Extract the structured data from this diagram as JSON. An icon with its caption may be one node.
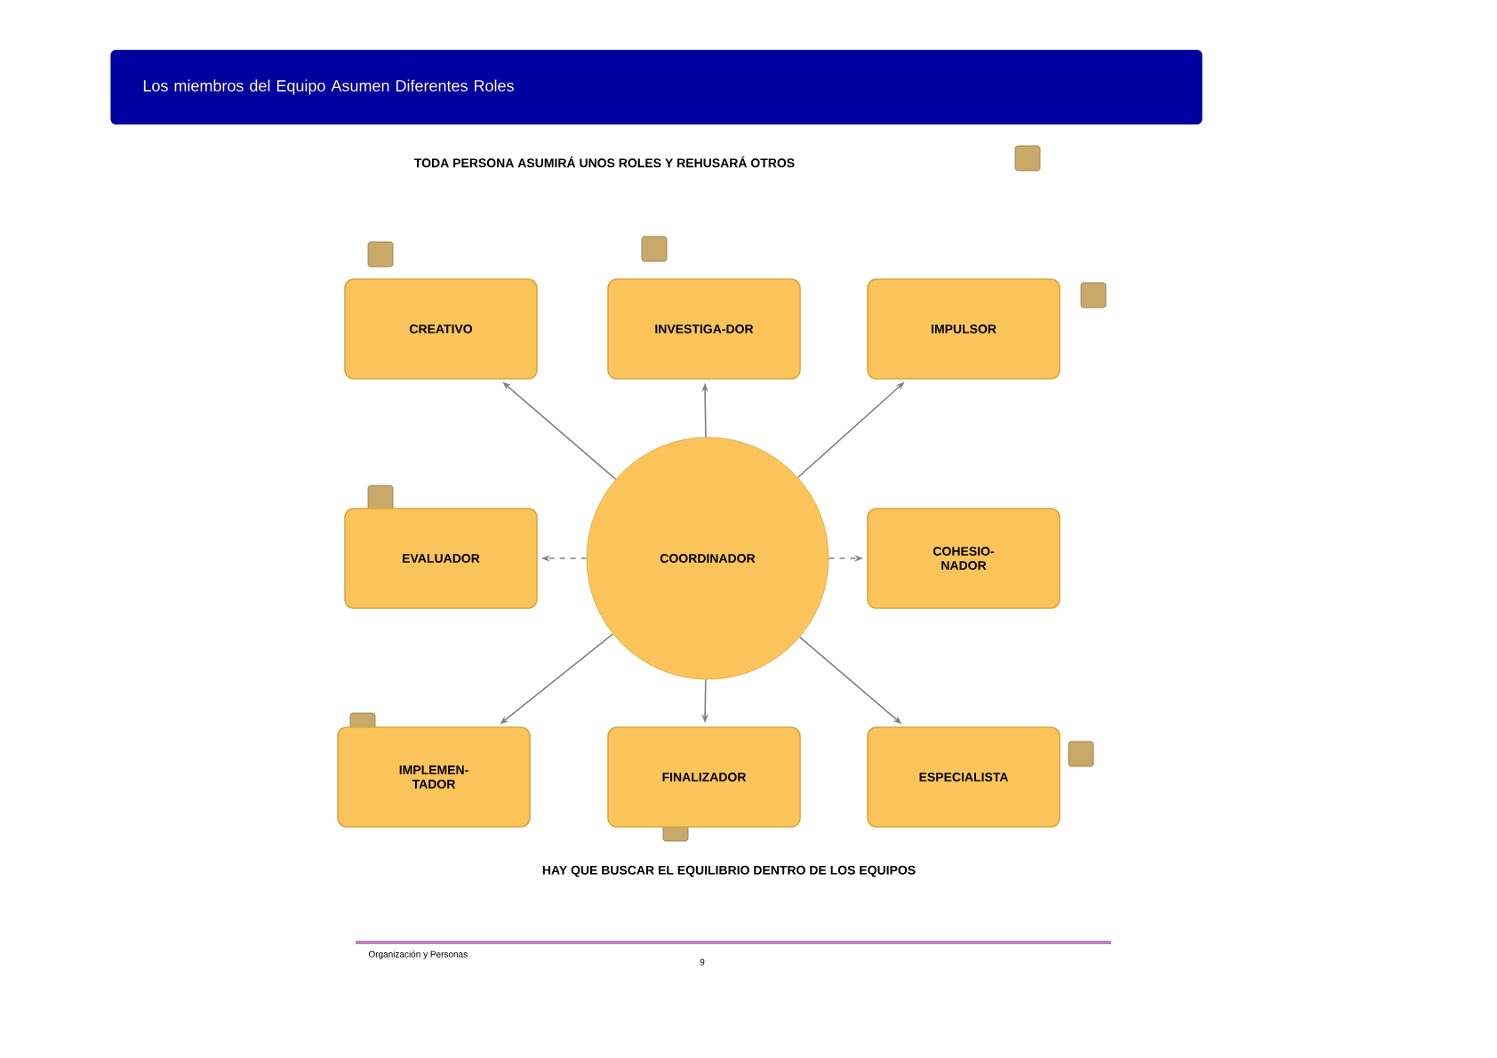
{
  "diagram": {
    "title": "Los miembros del Equipo Asumen Diferentes Roles",
    "nodes": [
      {
        "text": [
          "CREATIVO"
        ]
      },
      {
        "text": [
          "INVESTIGA-DOR"
        ]
      },
      {
        "text": [
          "IMPULSOR"
        ]
      },
      {
        "text": [
          "EVALUADOR"
        ]
      },
      {
        "text": [
          "COORDINADOR"
        ]
      },
      {
        "text": [
          "COHESIO-NADOR"
        ]
      },
      {
        "text": [
          "IMPLEMEN-TADOR"
        ]
      },
      {
        "text": [
          "FINALIZADOR"
        ]
      },
      {
        "text": [
          "ESPECIALISTA"
        ]
      }
    ],
    "edges": [
      {
        "from": 4,
        "to": 0,
        "arrow": "to"
      },
      {
        "from": 4,
        "to": 1,
        "arrow": "to"
      },
      {
        "from": 4,
        "to": 2,
        "arrow": "to"
      },
      {
        "from": 4,
        "to": 3,
        "arrow": "to",
        "style": "dashed"
      },
      {
        "from": 4,
        "to": 5,
        "arrow": "to",
        "style": "dashed"
      },
      {
        "from": 4,
        "to": 6,
        "arrow": "to"
      },
      {
        "from": 4,
        "to": 7,
        "arrow": "to"
      },
      {
        "from": 4,
        "to": 8,
        "arrow": "to"
      }
    ],
    "labels": [
      "TODA PERSONA ASUMIRÁ UNOS ROLES Y REHUSARÁ OTROS",
      "HAY QUE BUSCAR EL EQUILIBRIO DENTRO DE LOS EQUIPOS",
      "Organización y Personas",
      "9"
    ]
  }
}
